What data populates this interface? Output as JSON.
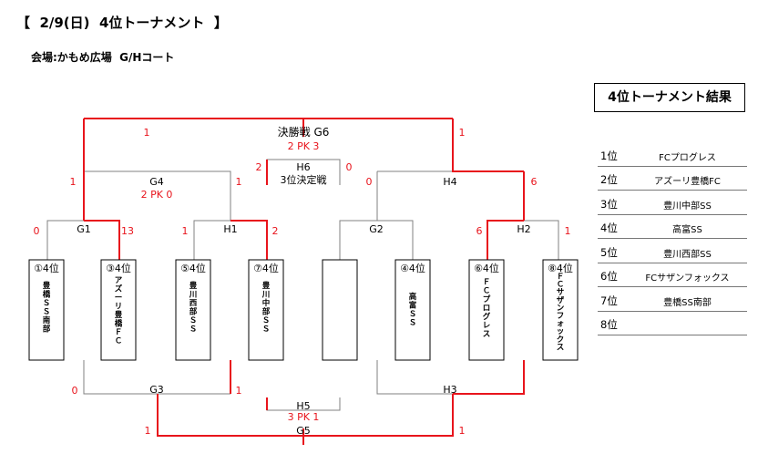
{
  "header": {
    "title": "【  2/9(日)  4位トーナメント  】",
    "venue": "会場:かもめ広場  G/Hコート"
  },
  "slots": [
    {
      "label": "①4位",
      "team": "豊橋ＳＳ南部"
    },
    {
      "label": "③4位",
      "team": "アズーリ豊橋ＦＣ"
    },
    {
      "label": "⑤4位",
      "team": "豊川西部ＳＳ"
    },
    {
      "label": "⑦4位",
      "team": "豊川中部ＳＳ"
    },
    {
      "label": "",
      "team": ""
    },
    {
      "label": "④4位",
      "team": "高富ＳＳ"
    },
    {
      "label": "⑥4位",
      "team": "ＦＣプログレス"
    },
    {
      "label": "⑧4位",
      "team": "ＦＣサザンフォックス"
    }
  ],
  "matches": {
    "g1": {
      "name": "G1",
      "score_left": "0",
      "score_right": "13"
    },
    "h1": {
      "name": "H1",
      "score_left": "1",
      "score_right": "2"
    },
    "g2": {
      "name": "G2"
    },
    "h2": {
      "name": "H2",
      "score_left": "6",
      "score_right": "1"
    },
    "g4": {
      "name": "G4",
      "score_left": "1",
      "score_right": "1",
      "pk": "2 PK 0"
    },
    "h4": {
      "name": "H4",
      "score_left": "0",
      "score_right": "6"
    },
    "g6": {
      "name": "決勝戦 G6",
      "score_left": "1",
      "score_right": "1",
      "pk": "2 PK 3"
    },
    "h6": {
      "name": "H6",
      "subtitle": "3位決定戦",
      "score_left": "2",
      "score_right": "0"
    },
    "g3": {
      "name": "G3",
      "score_left": "0",
      "score_right": "1"
    },
    "h3": {
      "name": "H3"
    },
    "h5": {
      "name": "H5",
      "pk": "3 PK 1"
    },
    "g5": {
      "name": "G5",
      "score_left": "1",
      "score_right": "1"
    }
  },
  "results": {
    "title": "4位トーナメント結果",
    "rows": [
      {
        "rank": "1位",
        "team": "FCプログレス"
      },
      {
        "rank": "2位",
        "team": "アズーリ豊橋FC"
      },
      {
        "rank": "3位",
        "team": "豊川中部SS"
      },
      {
        "rank": "4位",
        "team": "高富SS"
      },
      {
        "rank": "5位",
        "team": "豊川西部SS"
      },
      {
        "rank": "6位",
        "team": "FCサザンフォックス"
      },
      {
        "rank": "7位",
        "team": "豊橋SS南部"
      },
      {
        "rank": "8位",
        "team": ""
      }
    ]
  },
  "colors": {
    "winner_line": "#e8141c",
    "line": "#808080",
    "score": "#e8141c",
    "box": "#000000"
  }
}
